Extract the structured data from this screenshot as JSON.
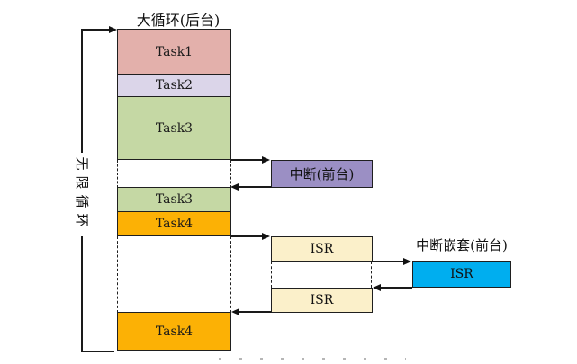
{
  "figure": {
    "title": "大循环(后台)",
    "loop_label": "无限循环"
  },
  "background_tasks": [
    {
      "label": "Task1",
      "color": "#E3B0AB"
    },
    {
      "label": "Task2",
      "color": "#DBD5E9"
    },
    {
      "label": "Task3",
      "color": "#C5D8A4"
    },
    {
      "label": "Task3",
      "color": "#C5D8A4"
    },
    {
      "label": "Task4",
      "color": "#FCB105"
    },
    {
      "label": "Task4",
      "color": "#FCB105"
    }
  ],
  "foreground": {
    "interrupt_label": "中断(前台)",
    "interrupt_color": "#9B8FC4",
    "nested_interrupt_label": "中断嵌套(前台)",
    "isr_color": "#FBF0CA",
    "nested_isr_color": "#00AEEF",
    "isr_blocks": [
      {
        "label": "ISR"
      },
      {
        "label": "ISR"
      },
      {
        "label": "ISR"
      }
    ]
  },
  "style": {
    "line_color": "#1a1a1a",
    "background": "#ffffff"
  }
}
